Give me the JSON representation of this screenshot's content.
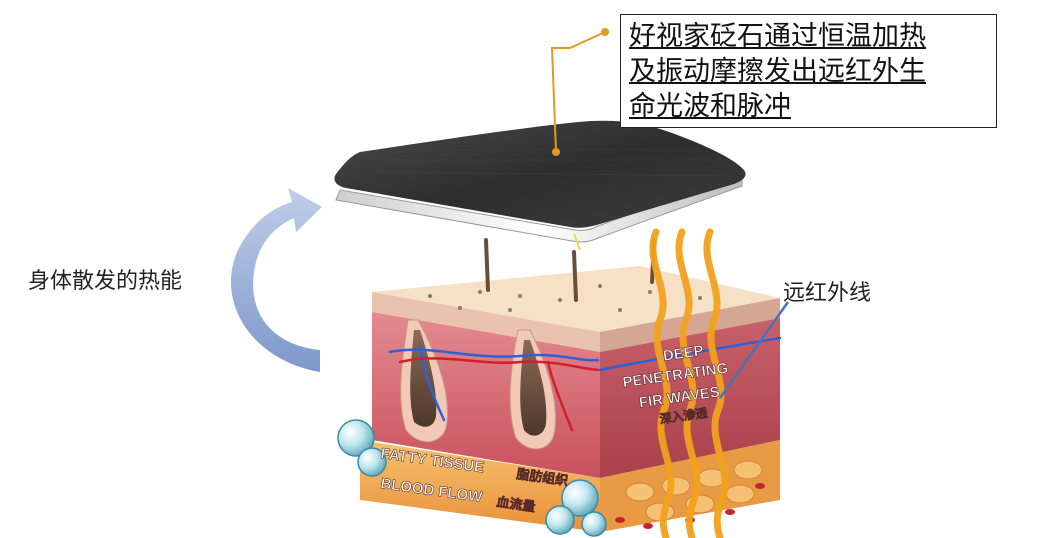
{
  "callout": {
    "lines": [
      "好视家砭石通过恒温加热",
      "及振动摩擦发出远红外生",
      "命光波和脉冲"
    ]
  },
  "labels": {
    "body_heat": "身体散发的热能",
    "far_infrared": "远红外线"
  },
  "skin_texts": {
    "deep": "DEEP",
    "penetrating": "PENETRATING",
    "fir_waves": "FIR WAVES",
    "penetrate_cn": "深入渗透",
    "fatty_tissue": "FATTY TISSUE",
    "fatty_tissue_cn": "脂肪组织",
    "blood_flow": "BLOOD FLOW",
    "blood_flow_cn": "血流量"
  },
  "colors": {
    "arrow": "#8fa6d2",
    "pad": "#3a3a3a",
    "skin_top": "#f4dcc0",
    "dermis": "#d9737d",
    "fat": "#f0b25a",
    "fir_wave": "#f2a21e",
    "blood_vessel_red": "#d21f2c",
    "blood_vessel_blue": "#2f5fd0",
    "callout_dot": "#e39a1a",
    "fir_pointer": "#4a72b8"
  }
}
